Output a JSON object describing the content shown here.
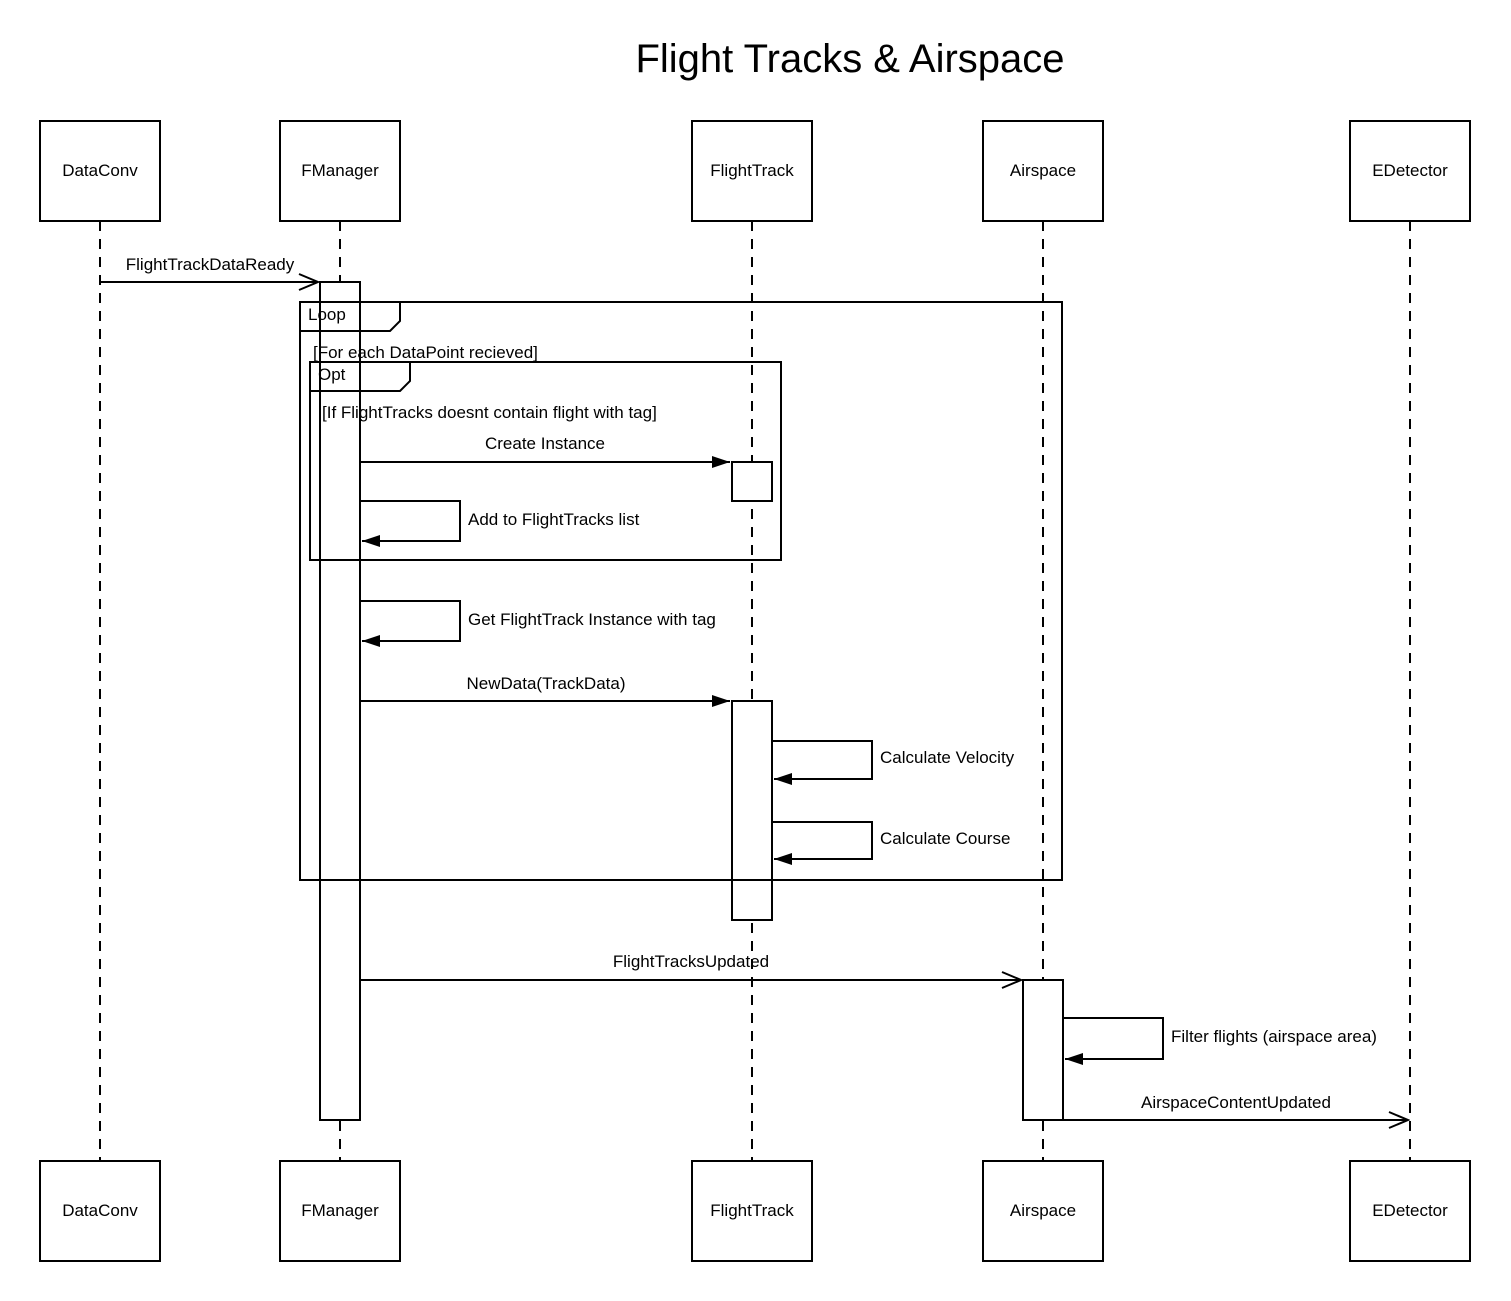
{
  "title": "Flight Tracks & Airspace",
  "participants": [
    {
      "id": "dataconv",
      "name": "DataConv"
    },
    {
      "id": "fmanager",
      "name": "FManager"
    },
    {
      "id": "flighttrack",
      "name": "FlightTrack"
    },
    {
      "id": "airspace",
      "name": "Airspace"
    },
    {
      "id": "edetector",
      "name": "EDetector"
    }
  ],
  "fragments": {
    "loop": {
      "operator": "Loop",
      "guard": "[For each DataPoint recieved]"
    },
    "opt": {
      "operator": "Opt",
      "guard": "[If FlightTracks doesnt contain flight with tag]"
    }
  },
  "messages": [
    {
      "id": "m1",
      "label": "FlightTrackDataReady",
      "from": "DataConv",
      "to": "FManager"
    },
    {
      "id": "m2",
      "label": "Create Instance",
      "from": "FManager",
      "to": "FlightTrack"
    },
    {
      "id": "m3",
      "label": "Add to FlightTracks list",
      "from": "FManager",
      "to": "FManager"
    },
    {
      "id": "m4",
      "label": "Get FlightTrack Instance with tag",
      "from": "FManager",
      "to": "FManager"
    },
    {
      "id": "m5",
      "label": "NewData(TrackData)",
      "from": "FManager",
      "to": "FlightTrack"
    },
    {
      "id": "m6",
      "label": "Calculate Velocity",
      "from": "FlightTrack",
      "to": "FlightTrack"
    },
    {
      "id": "m7",
      "label": "Calculate Course",
      "from": "FlightTrack",
      "to": "FlightTrack"
    },
    {
      "id": "m8",
      "label": "FlightTracksUpdated",
      "from": "FManager",
      "to": "Airspace"
    },
    {
      "id": "m9",
      "label": "Filter flights (airspace area)",
      "from": "Airspace",
      "to": "Airspace"
    },
    {
      "id": "m10",
      "label": "AirspaceContentUpdated",
      "from": "Airspace",
      "to": "EDetector"
    }
  ]
}
